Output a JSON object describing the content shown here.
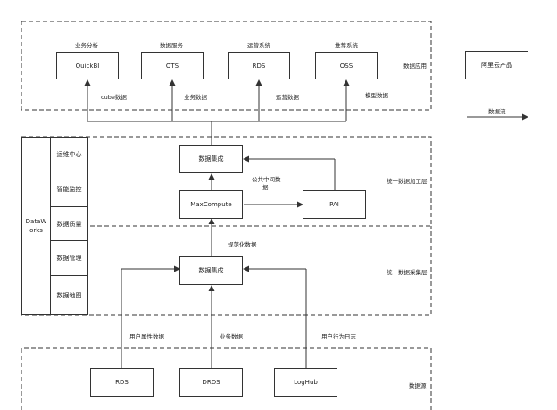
{
  "sections": {
    "app": "数据应用",
    "process": "统一数据加工层",
    "collect": "统一数据采集层",
    "source": "数据源"
  },
  "apps": [
    {
      "caption": "业务分析",
      "name": "QuickBI"
    },
    {
      "caption": "数据服务",
      "name": "OTS"
    },
    {
      "caption": "运营系统",
      "name": "RDS"
    },
    {
      "caption": "推荐系统",
      "name": "OSS"
    }
  ],
  "app_flows": [
    "cube数据",
    "业务数据",
    "运营数据",
    "模型数据"
  ],
  "legend": {
    "product": "阿里云产品",
    "flow": "数据流"
  },
  "dataworks": {
    "title_line1": "DataW",
    "title_line2": "orks",
    "items": [
      "运维中心",
      "智能监控",
      "数据质量",
      "数据管理",
      "数据地图"
    ]
  },
  "process": {
    "integrate": "数据集成",
    "maxcompute": "MaxCompute",
    "pai": "PAI",
    "middle_line1": "公共中间数",
    "middle_line2": "据"
  },
  "collect": {
    "integrate": "数据集成",
    "normalized": "规范化数据"
  },
  "sources": [
    {
      "name": "RDS",
      "flow": "用户属性数据"
    },
    {
      "name": "DRDS",
      "flow": "业务数据"
    },
    {
      "name": "LogHub",
      "flow": "用户行为日志"
    }
  ]
}
